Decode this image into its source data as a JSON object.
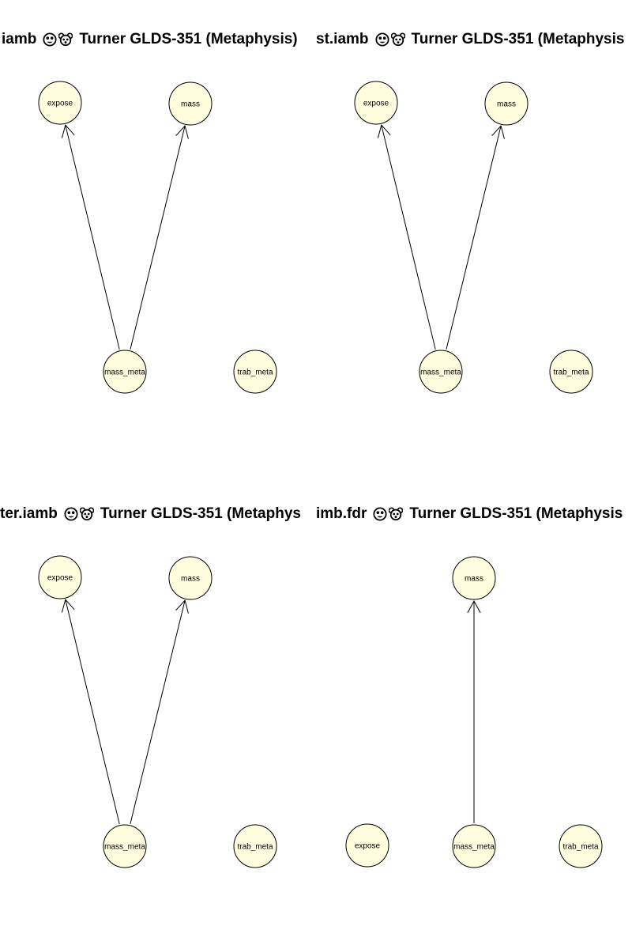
{
  "panels": [
    {
      "title_pre": "iamb",
      "title_main": "Turner GLDS-351 (Metaphysis)",
      "nodes": {
        "expose": "expose",
        "mass": "mass",
        "mass_meta": "mass_meta",
        "trab_meta": "trab_meta"
      },
      "edges": [
        [
          "mass_meta",
          "expose"
        ],
        [
          "mass_meta",
          "mass"
        ]
      ]
    },
    {
      "title_pre": "st.iamb",
      "title_main": "Turner GLDS-351 (Metaphysis",
      "nodes": {
        "expose": "expose",
        "mass": "mass",
        "mass_meta": "mass_meta",
        "trab_meta": "trab_meta"
      },
      "edges": [
        [
          "mass_meta",
          "expose"
        ],
        [
          "mass_meta",
          "mass"
        ]
      ]
    },
    {
      "title_pre": "ter.iamb",
      "title_main": "Turner GLDS-351 (Metaphys",
      "nodes": {
        "expose": "expose",
        "mass": "mass",
        "mass_meta": "mass_meta",
        "trab_meta": "trab_meta"
      },
      "edges": [
        [
          "mass_meta",
          "expose"
        ],
        [
          "mass_meta",
          "mass"
        ]
      ]
    },
    {
      "title_pre": "imb.fdr",
      "title_main": "Turner GLDS-351 (Metaphysis",
      "nodes": {
        "expose": "expose",
        "mass": "mass",
        "mass_meta": "mass_meta",
        "trab_meta": "trab_meta"
      },
      "edges": [
        [
          "mass_meta",
          "mass"
        ]
      ]
    }
  ],
  "colors": {
    "node_fill": "#ffffe0",
    "node_stroke": "#000000",
    "edge": "#000000"
  },
  "icons": [
    "monkey-face-icon",
    "mouse-face-icon"
  ]
}
